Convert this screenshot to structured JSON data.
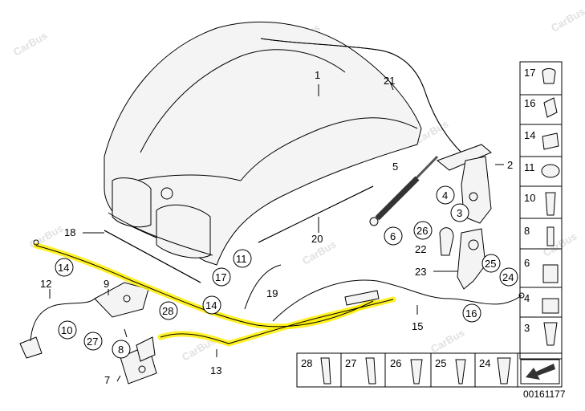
{
  "watermark": "CarBus",
  "diagram_code": "00161177",
  "callouts": {
    "c1": "1",
    "c2": "2",
    "c3": "3",
    "c4": "4",
    "c5": "5",
    "c6": "6",
    "c7": "7",
    "c8": "8",
    "c9": "9",
    "c10": "10",
    "c11": "11",
    "c12": "12",
    "c13": "13",
    "c14a": "14",
    "c14b": "14",
    "c15": "15",
    "c16": "16",
    "c17": "17",
    "c18": "18",
    "c19": "19",
    "c20": "20",
    "c21": "21",
    "c22": "22",
    "c23": "23",
    "c24": "24",
    "c25": "25",
    "c26": "26",
    "c27": "27",
    "c28": "28"
  },
  "side_panel": [
    "17",
    "16",
    "14",
    "11",
    "10",
    "8",
    "6",
    "4",
    "3"
  ],
  "bottom_panel": [
    "28",
    "27",
    "26",
    "25",
    "24"
  ],
  "colors": {
    "highlight": "#ffef00",
    "border": "#000000"
  }
}
